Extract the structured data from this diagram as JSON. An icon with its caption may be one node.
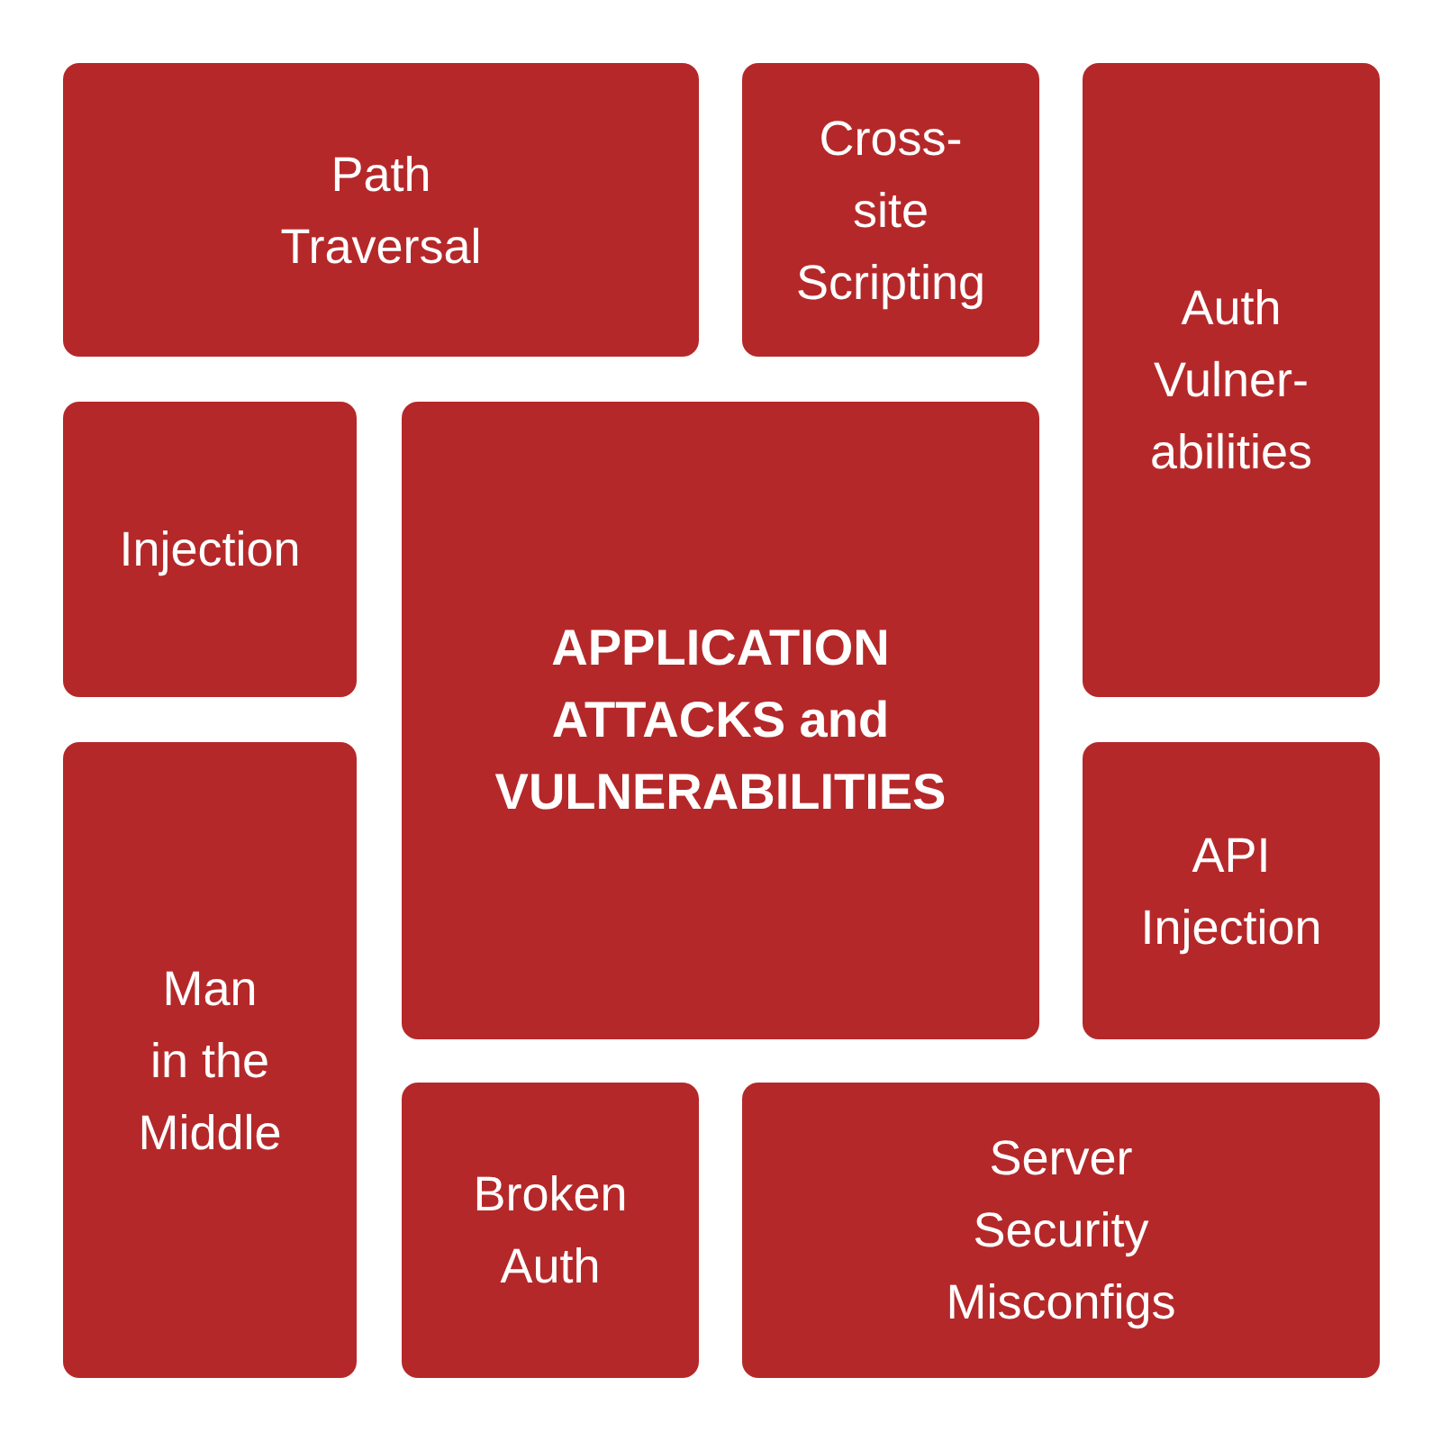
{
  "diagram": {
    "nodes": [
      {
        "text": [
          "Path Traversal"
        ]
      },
      {
        "text": [
          "Cross- site Scripting"
        ]
      },
      {
        "text": [
          "Auth Vulner- abilities"
        ]
      },
      {
        "text": [
          "Injection"
        ]
      },
      {
        "text": [
          "APPLICATION ATTACKS and VULNERABILITIES"
        ]
      },
      {
        "text": [
          "Man in the Middle"
        ]
      },
      {
        "text": [
          "API Injection"
        ]
      },
      {
        "text": [
          "Broken Auth"
        ]
      },
      {
        "text": [
          "Server Security Misconfigs"
        ]
      }
    ],
    "edges": []
  }
}
